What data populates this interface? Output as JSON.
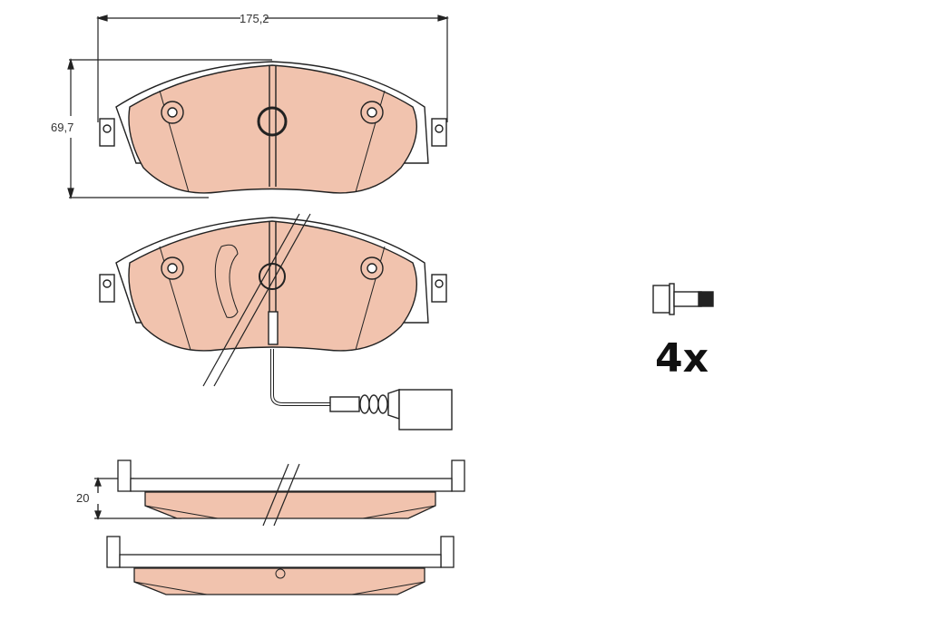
{
  "diagram": {
    "title": "Brake pad set technical drawing",
    "colors": {
      "friction": "#F1C3AE",
      "stroke": "#222222",
      "background": "#ffffff"
    },
    "dimensions": {
      "width": "175,2",
      "height": "69,7",
      "thickness": "20"
    },
    "accessory": {
      "icon": "bolt-icon",
      "quantity": "4x"
    },
    "views": [
      {
        "name": "front-view-pad-1",
        "features": [
          "backing-plate",
          "friction-material",
          "center-groove",
          "mounting-clips"
        ]
      },
      {
        "name": "front-view-pad-2-with-wear-sensor",
        "features": [
          "wear-indicator",
          "sensor-cable",
          "connector"
        ]
      },
      {
        "name": "side-view-pad-1"
      },
      {
        "name": "side-view-pad-2"
      }
    ]
  }
}
